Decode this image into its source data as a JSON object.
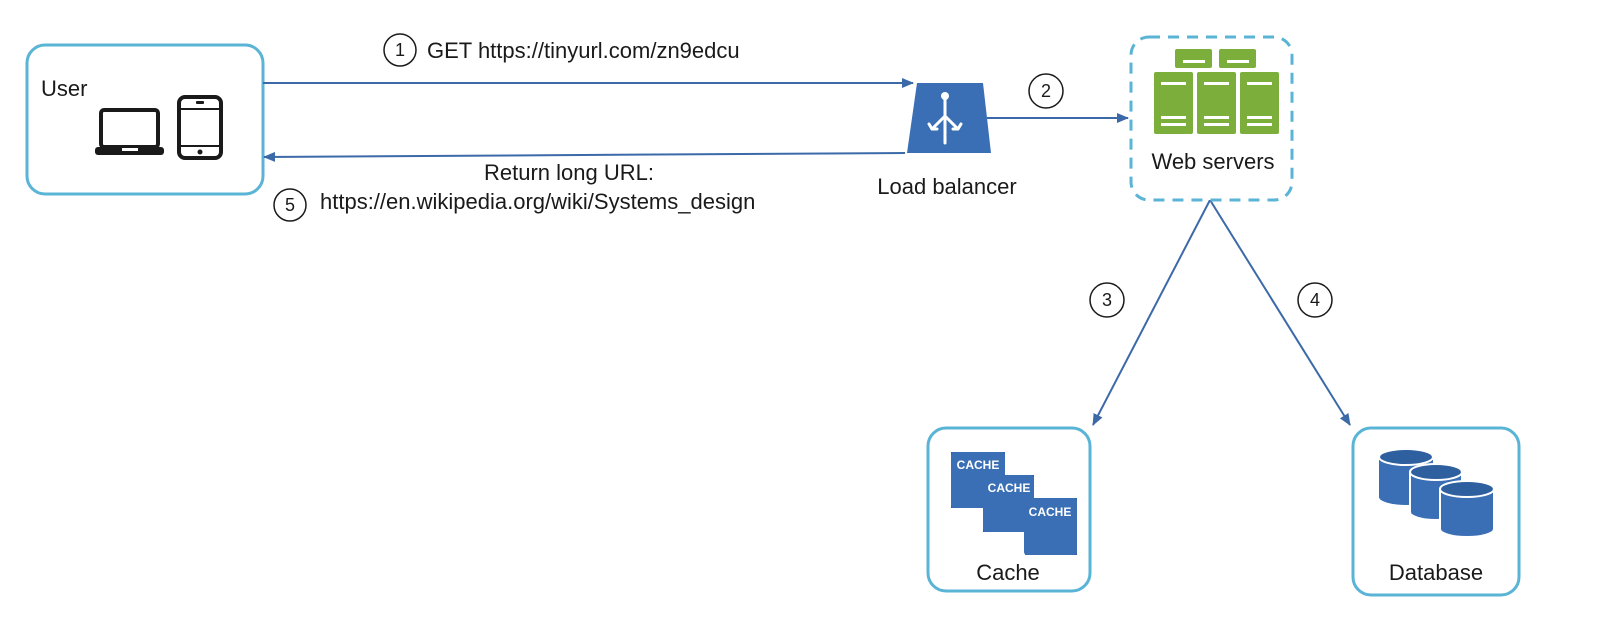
{
  "nodes": {
    "user": {
      "label": "User"
    },
    "load_balancer": {
      "label": "Load balancer"
    },
    "web_servers": {
      "label": "Web servers"
    },
    "cache": {
      "label": "Cache",
      "icon_text": "CACHE"
    },
    "database": {
      "label": "Database"
    }
  },
  "steps": {
    "s1": {
      "number": "1",
      "text": "GET https://tinyurl.com/zn9edcu"
    },
    "s2": {
      "number": "2"
    },
    "s3": {
      "number": "3"
    },
    "s4": {
      "number": "4"
    },
    "s5": {
      "number": "5",
      "text_line1": "Return long URL:",
      "text_line2": "https://en.wikipedia.org/wiki/Systems_design"
    }
  },
  "colors": {
    "box_border": "#5ab4d6",
    "arrow": "#3c6aa8",
    "aws_blue": "#3a6fb5",
    "server_green": "#7cae3c"
  },
  "icons": [
    "laptop-icon",
    "tablet-icon",
    "load-balancer-icon",
    "server-rack-icon",
    "cache-icon",
    "database-icon"
  ]
}
